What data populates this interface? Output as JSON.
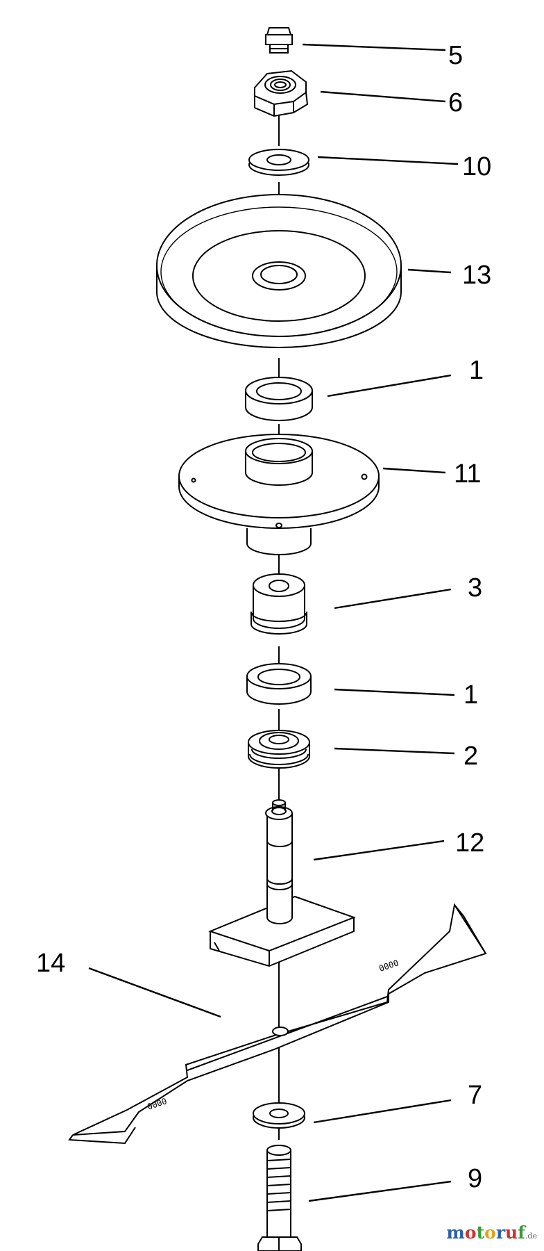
{
  "diagram": {
    "callouts": [
      {
        "id": "c5",
        "label": "5"
      },
      {
        "id": "c6",
        "label": "6"
      },
      {
        "id": "c10",
        "label": "10"
      },
      {
        "id": "c13",
        "label": "13"
      },
      {
        "id": "c1a",
        "label": "1"
      },
      {
        "id": "c11",
        "label": "11"
      },
      {
        "id": "c3",
        "label": "3"
      },
      {
        "id": "c1b",
        "label": "1"
      },
      {
        "id": "c2",
        "label": "2"
      },
      {
        "id": "c12",
        "label": "12"
      },
      {
        "id": "c14",
        "label": "14"
      },
      {
        "id": "c7",
        "label": "7"
      },
      {
        "id": "c9",
        "label": "9"
      }
    ],
    "blade_stamp": "0000"
  },
  "watermark": {
    "letters": [
      "m",
      "o",
      "t",
      "o",
      "r",
      "u",
      "f"
    ],
    "colors": [
      "#2b5fa8",
      "#d0302c",
      "#3a9a3a",
      "#e0a21a",
      "#2b5fa8",
      "#d0302c",
      "#3a9a3a"
    ],
    "suffix": ".de"
  }
}
